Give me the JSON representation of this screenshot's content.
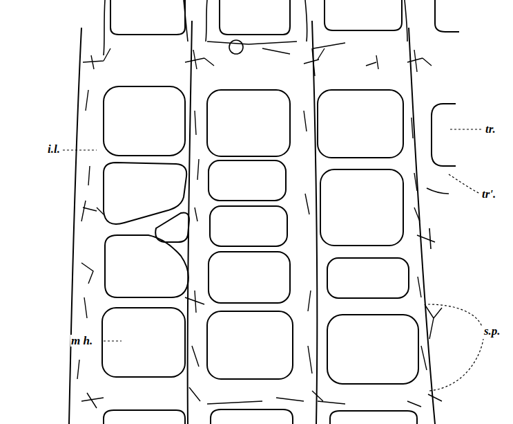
{
  "diagram": {
    "labels": [
      "i.l.",
      "tr.",
      "tr'.",
      "m h.",
      "s.p."
    ]
  }
}
